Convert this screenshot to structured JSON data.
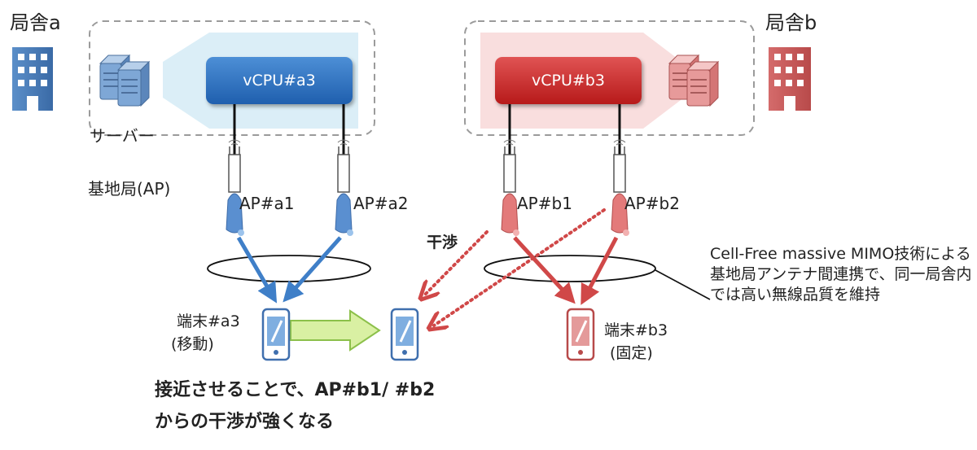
{
  "offices": {
    "a": "局舎a",
    "b": "局舎b"
  },
  "server_label": "サーバー",
  "base_station_label": "基地局(AP)",
  "vcpu": {
    "a3": "vCPU#a3",
    "b3": "vCPU#b3"
  },
  "aps": {
    "a1": "AP#a1",
    "a2": "AP#a2",
    "b1": "AP#b1",
    "b2": "AP#b2"
  },
  "interference_label": "干渉",
  "terminal_a3": {
    "name": "端末#a3",
    "state": "(移動)"
  },
  "terminal_b3": {
    "name": "端末#b3",
    "state": "(固定)"
  },
  "bottom_note": {
    "line1": "接近させることで、AP#b1/ #b2",
    "line2": "からの干渉が強くなる"
  },
  "side_note": "Cell-Free massive MIMO技術による基地局アンテナ間連携で、同一局舎内では高い無線品質を維持",
  "colors": {
    "blue": "#3f7fc8",
    "red": "#d04848",
    "blue_light": "#dbeef7",
    "red_light": "#f9dede",
    "green": "#d9f0a3"
  },
  "icons": [
    "building-icon",
    "server-icon",
    "antenna-icon",
    "smartphone-icon",
    "arrow-icon"
  ]
}
